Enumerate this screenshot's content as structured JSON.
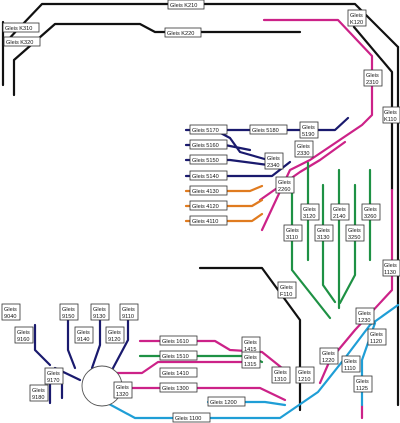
{
  "colors": {
    "black": "#111111",
    "magenta": "#cc2288",
    "navy": "#1a1a6e",
    "green": "#1e9144",
    "orange": "#e07b1f",
    "blue": "#1f9ed6"
  },
  "tracks": {
    "k210": "Gleis K210",
    "k310": "Gleis K310",
    "k320": "Gleis K320",
    "k220": "Gleis K220",
    "k120": [
      "Gleis",
      "K120"
    ],
    "k110": [
      "Gleis",
      "K110"
    ],
    "g2310": [
      "Gleis",
      "2310"
    ],
    "g5170": "Gleis 5170",
    "g5180": "Gleis 5180",
    "g5190": [
      "Gleis",
      "5190"
    ],
    "g5160": "Gleis 5160",
    "g5150": "Gleis 5150",
    "g2330": [
      "Gleis",
      "2330"
    ],
    "g2340": [
      "Gleis",
      "2340"
    ],
    "g5140": "Gleis 5140",
    "g2260": [
      "Gleis",
      "2260"
    ],
    "g4130": "Gleis 4130",
    "g4120": "Gleis 4120",
    "g4110": "Gleis 4110",
    "g3120": [
      "Gleis",
      "3120"
    ],
    "g2140": [
      "Gleis",
      "2140"
    ],
    "g3260": [
      "Gleis",
      "3260"
    ],
    "g3110": [
      "Gleis",
      "3110"
    ],
    "g3130": [
      "Gleis",
      "3130"
    ],
    "g3250": [
      "Gleis",
      "3250"
    ],
    "g1130": [
      "Gleis",
      "1130"
    ],
    "f110": [
      "Gleis",
      "F110"
    ],
    "g1230": [
      "Gleis",
      "1230"
    ],
    "g1120": [
      "Gleis",
      "1120"
    ],
    "g1220": [
      "Gleis",
      "1220"
    ],
    "g1110": [
      "Gleis",
      "1110"
    ],
    "g1125": [
      "Gleis",
      "1125"
    ],
    "g1415": [
      "Gleis",
      "1415"
    ],
    "g1315": [
      "Gleis",
      "1315"
    ],
    "g1310": [
      "Gleis",
      "1310"
    ],
    "g1210": [
      "Gleis",
      "1210"
    ],
    "g1610": "Gleis 1610",
    "g1510": "Gleis 1510",
    "g1410": "Gleis 1410",
    "g1300": "Gleis 1300",
    "g1320": [
      "Gleis",
      "1320"
    ],
    "g1200": "Gleis 1200",
    "g1100": "Gleis 1100",
    "g9040": [
      "Gleis",
      "9040"
    ],
    "g9150": [
      "Gleis",
      "9150"
    ],
    "g9130": [
      "Gleis",
      "9130"
    ],
    "g9110": [
      "Gleis",
      "9110"
    ],
    "g9160": [
      "Gleis",
      "9160"
    ],
    "g9140": [
      "Gleis",
      "9140"
    ],
    "g9120": [
      "Gleis",
      "9120"
    ],
    "g9170": [
      "Gleis",
      "9170"
    ],
    "g9180": [
      "Gleis",
      "9180"
    ]
  }
}
